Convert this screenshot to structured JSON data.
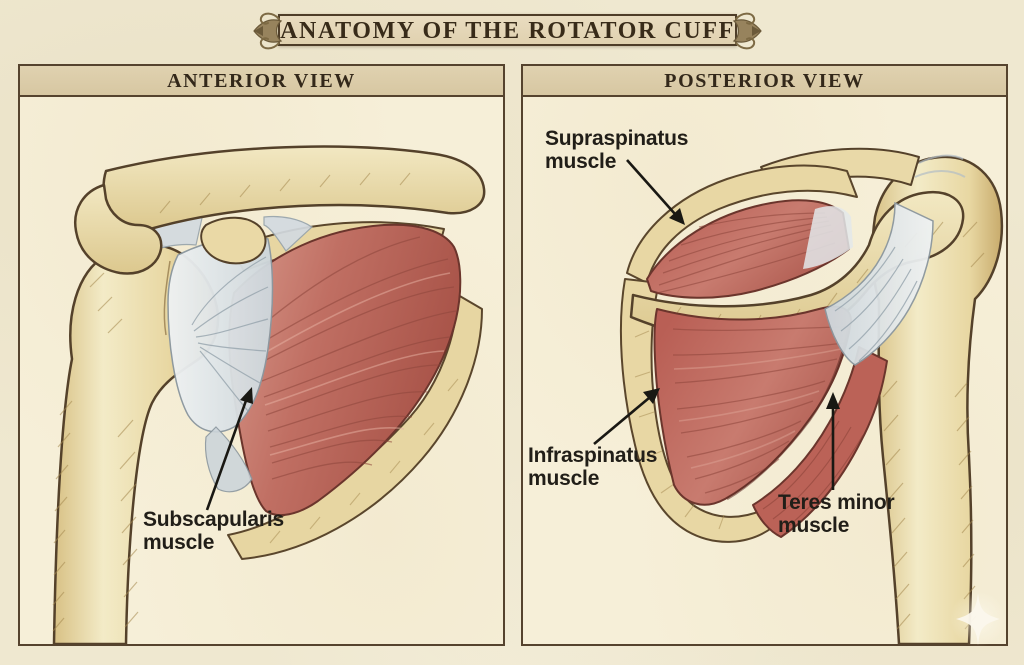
{
  "title": "ANATOMY OF THE ROTATOR CUFF",
  "panels": {
    "anterior": {
      "header": "ANTERIOR VIEW",
      "labels": {
        "subscapularis": {
          "line1": "Subscapularis",
          "line2": "muscle"
        }
      }
    },
    "posterior": {
      "header": "POSTERIOR VIEW",
      "labels": {
        "supraspinatus": {
          "line1": "Supraspinatus",
          "line2": "muscle"
        },
        "infraspinatus": {
          "line1": "Infraspinatus",
          "line2": "muscle"
        },
        "teres_minor": {
          "line1": "Teres minor",
          "line2": "muscle"
        }
      }
    }
  },
  "colors": {
    "page_background": "#efe8d0",
    "panel_background": "#f6efd8",
    "header_band": "#dccdaa",
    "frame_border": "#55432e",
    "banner_background": "#e6d8b9",
    "banner_border": "#4e3d28",
    "bone_fill": "#e9d9a8",
    "bone_highlight": "#f4ecca",
    "bone_shadow": "#cdb272",
    "bone_outline": "#54412a",
    "muscle_fill": "#bc655a",
    "muscle_highlight": "#d89a8c",
    "muscle_fiber": "#8a4238",
    "tendon_fill": "#e3e7ea",
    "tendon_stroke": "#96a4ad",
    "label_text": "#211e18",
    "arrow": "#191813",
    "sparkle": "#fbf7ec"
  },
  "icons": {
    "banner_left": "flourish-icon",
    "banner_right": "flourish-icon",
    "watermark": "sparkle-icon"
  }
}
